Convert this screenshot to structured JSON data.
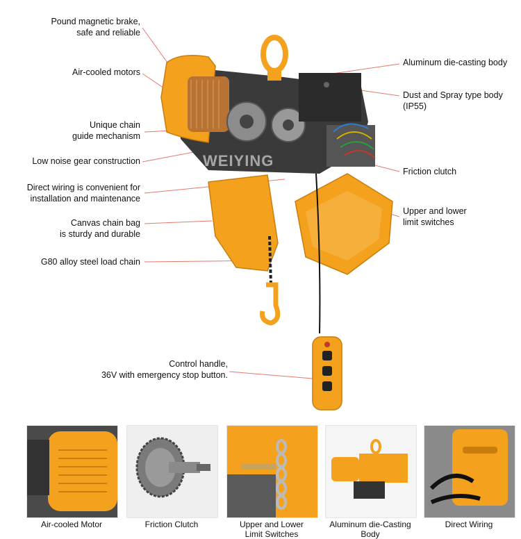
{
  "labels": {
    "magnetic_brake": [
      "Pound magnetic brake,",
      "safe and reliable"
    ],
    "air_cooled": [
      "Air-cooled motors"
    ],
    "chain_guide": [
      "Unique chain",
      "guide mechanism"
    ],
    "low_noise": [
      "Low noise gear construction"
    ],
    "direct_wiring": [
      "Direct wiring is convenient for",
      "installation and maintenance"
    ],
    "canvas_bag": [
      "Canvas chain bag",
      "is sturdy and durable"
    ],
    "load_chain": [
      "G80 alloy steel load chain"
    ],
    "control_handle": [
      "Control handle,",
      "36V with emergency stop button."
    ],
    "aluminum_body": [
      "Aluminum die-casting body"
    ],
    "dust_spray": [
      "Dust and Spray type body",
      "(IP55)"
    ],
    "friction_clutch": [
      "Friction clutch"
    ],
    "limit_switches": [
      "Upper and lower",
      "limit switches"
    ]
  },
  "watermark": "WEIYING",
  "thumbnails": [
    {
      "caption": [
        "Air-cooled Motor"
      ],
      "icon": "motor-fan-icon"
    },
    {
      "caption": [
        "Friction Clutch"
      ],
      "icon": "clutch-gear-icon"
    },
    {
      "caption": [
        "Upper and Lower",
        "Limit Switches"
      ],
      "icon": "limit-switch-icon"
    },
    {
      "caption": [
        "Aluminum die-Casting",
        "Body"
      ],
      "icon": "hoist-body-icon"
    },
    {
      "caption": [
        "Direct Wiring"
      ],
      "icon": "wiring-icon"
    }
  ],
  "colors": {
    "hoist_orange": "#f4a21e",
    "body_dark": "#2b2b2b",
    "leader_line": "#e37a6a"
  }
}
